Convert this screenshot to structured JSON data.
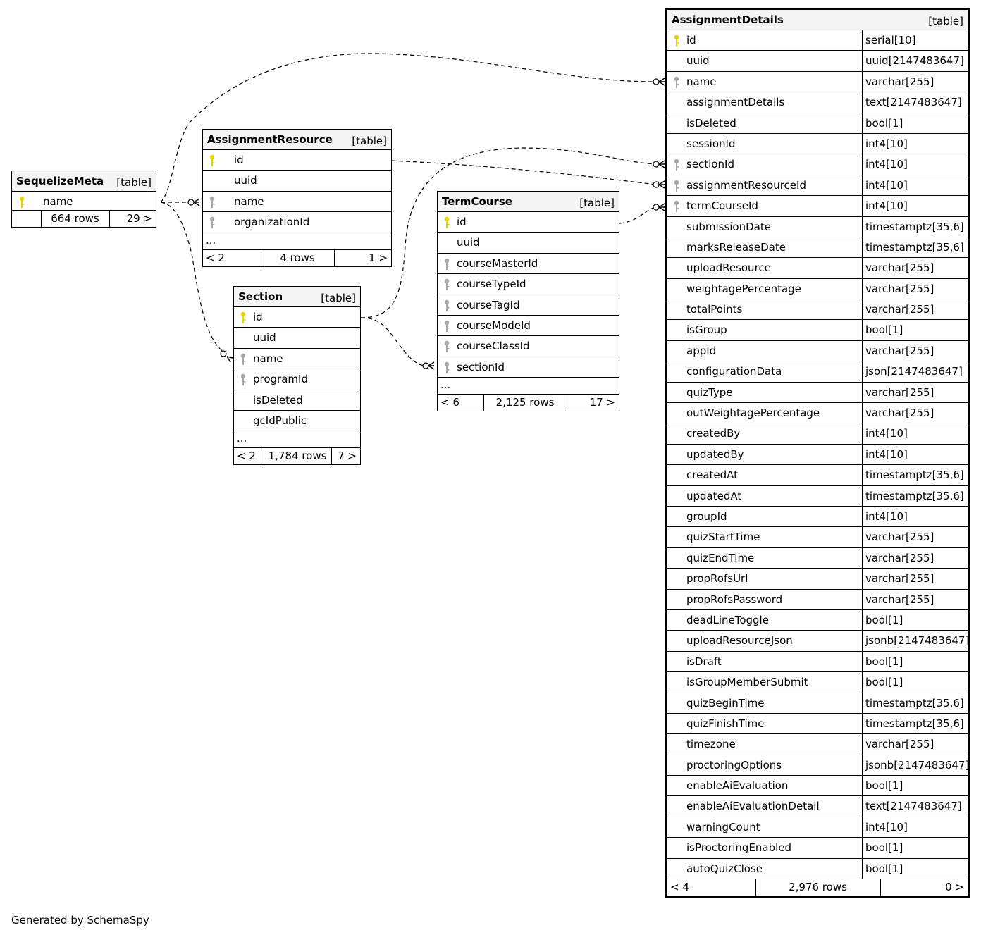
{
  "tables": {
    "sequelize_meta": {
      "name": "SequelizeMeta",
      "type": "[table]",
      "columns": [
        {
          "name": "name",
          "key": "primary"
        }
      ],
      "footer": {
        "left": "",
        "rows": "664 rows",
        "right": "29 >"
      }
    },
    "assignment_resource": {
      "name": "AssignmentResource",
      "type": "[table]",
      "columns": [
        {
          "name": "id",
          "key": "primary"
        },
        {
          "name": "uuid",
          "key": "none"
        },
        {
          "name": "name",
          "key": "foreign"
        },
        {
          "name": "organizationId",
          "key": "foreign"
        }
      ],
      "more": "...",
      "footer": {
        "left": "< 2",
        "rows": "4 rows",
        "right": "1 >"
      }
    },
    "section": {
      "name": "Section",
      "type": "[table]",
      "columns": [
        {
          "name": "id",
          "key": "primary"
        },
        {
          "name": "uuid",
          "key": "none"
        },
        {
          "name": "name",
          "key": "foreign"
        },
        {
          "name": "programId",
          "key": "foreign"
        },
        {
          "name": "isDeleted",
          "key": "none"
        },
        {
          "name": "gcIdPublic",
          "key": "none"
        }
      ],
      "more": "...",
      "footer": {
        "left": "< 2",
        "rows": "1,784 rows",
        "right": "7 >"
      }
    },
    "term_course": {
      "name": "TermCourse",
      "type": "[table]",
      "columns": [
        {
          "name": "id",
          "key": "primary"
        },
        {
          "name": "uuid",
          "key": "none"
        },
        {
          "name": "courseMasterId",
          "key": "foreign"
        },
        {
          "name": "courseTypeId",
          "key": "foreign"
        },
        {
          "name": "courseTagId",
          "key": "foreign"
        },
        {
          "name": "courseModeId",
          "key": "foreign"
        },
        {
          "name": "courseClassId",
          "key": "foreign"
        },
        {
          "name": "sectionId",
          "key": "foreign"
        }
      ],
      "more": "...",
      "footer": {
        "left": "< 6",
        "rows": "2,125 rows",
        "right": "17 >"
      }
    },
    "assignment_details": {
      "name": "AssignmentDetails",
      "type": "[table]",
      "columns": [
        {
          "name": "id",
          "type": "serial[10]",
          "key": "primary"
        },
        {
          "name": "uuid",
          "type": "uuid[2147483647]",
          "key": "none"
        },
        {
          "name": "name",
          "type": "varchar[255]",
          "key": "foreign"
        },
        {
          "name": "assignmentDetails",
          "type": "text[2147483647]",
          "key": "none"
        },
        {
          "name": "isDeleted",
          "type": "bool[1]",
          "key": "none"
        },
        {
          "name": "sessionId",
          "type": "int4[10]",
          "key": "none"
        },
        {
          "name": "sectionId",
          "type": "int4[10]",
          "key": "foreign"
        },
        {
          "name": "assignmentResourceId",
          "type": "int4[10]",
          "key": "foreign"
        },
        {
          "name": "termCourseId",
          "type": "int4[10]",
          "key": "foreign"
        },
        {
          "name": "submissionDate",
          "type": "timestamptz[35,6]",
          "key": "none"
        },
        {
          "name": "marksReleaseDate",
          "type": "timestamptz[35,6]",
          "key": "none"
        },
        {
          "name": "uploadResource",
          "type": "varchar[255]",
          "key": "none"
        },
        {
          "name": "weightagePercentage",
          "type": "varchar[255]",
          "key": "none"
        },
        {
          "name": "totalPoints",
          "type": "varchar[255]",
          "key": "none"
        },
        {
          "name": "isGroup",
          "type": "bool[1]",
          "key": "none"
        },
        {
          "name": "appId",
          "type": "varchar[255]",
          "key": "none"
        },
        {
          "name": "configurationData",
          "type": "json[2147483647]",
          "key": "none"
        },
        {
          "name": "quizType",
          "type": "varchar[255]",
          "key": "none"
        },
        {
          "name": "outWeightagePercentage",
          "type": "varchar[255]",
          "key": "none"
        },
        {
          "name": "createdBy",
          "type": "int4[10]",
          "key": "none"
        },
        {
          "name": "updatedBy",
          "type": "int4[10]",
          "key": "none"
        },
        {
          "name": "createdAt",
          "type": "timestamptz[35,6]",
          "key": "none"
        },
        {
          "name": "updatedAt",
          "type": "timestamptz[35,6]",
          "key": "none"
        },
        {
          "name": "groupId",
          "type": "int4[10]",
          "key": "none"
        },
        {
          "name": "quizStartTime",
          "type": "varchar[255]",
          "key": "none"
        },
        {
          "name": "quizEndTime",
          "type": "varchar[255]",
          "key": "none"
        },
        {
          "name": "propRofsUrl",
          "type": "varchar[255]",
          "key": "none"
        },
        {
          "name": "propRofsPassword",
          "type": "varchar[255]",
          "key": "none"
        },
        {
          "name": "deadLineToggle",
          "type": "bool[1]",
          "key": "none"
        },
        {
          "name": "uploadResourceJson",
          "type": "jsonb[2147483647]",
          "key": "none"
        },
        {
          "name": "isDraft",
          "type": "bool[1]",
          "key": "none"
        },
        {
          "name": "isGroupMemberSubmit",
          "type": "bool[1]",
          "key": "none"
        },
        {
          "name": "quizBeginTime",
          "type": "timestamptz[35,6]",
          "key": "none"
        },
        {
          "name": "quizFinishTime",
          "type": "timestamptz[35,6]",
          "key": "none"
        },
        {
          "name": "timezone",
          "type": "varchar[255]",
          "key": "none"
        },
        {
          "name": "proctoringOptions",
          "type": "jsonb[2147483647]",
          "key": "none"
        },
        {
          "name": "enableAiEvaluation",
          "type": "bool[1]",
          "key": "none"
        },
        {
          "name": "enableAiEvaluationDetail",
          "type": "text[2147483647]",
          "key": "none"
        },
        {
          "name": "warningCount",
          "type": "int4[10]",
          "key": "none"
        },
        {
          "name": "isProctoringEnabled",
          "type": "bool[1]",
          "key": "none"
        },
        {
          "name": "autoQuizClose",
          "type": "bool[1]",
          "key": "none"
        }
      ],
      "footer": {
        "left": "< 4",
        "rows": "2,976 rows",
        "right": "0 >"
      }
    }
  },
  "relationships": [
    {
      "from": "SequelizeMeta.name",
      "to": "AssignmentResource.name"
    },
    {
      "from": "SequelizeMeta.name",
      "to": "AssignmentDetails.name"
    },
    {
      "from": "SequelizeMeta.name",
      "to": "Section.name"
    },
    {
      "from": "AssignmentResource.id",
      "to": "AssignmentDetails.assignmentResourceId"
    },
    {
      "from": "Section.id",
      "to": "AssignmentDetails.sectionId"
    },
    {
      "from": "Section.id",
      "to": "TermCourse.sectionId"
    },
    {
      "from": "TermCourse.id",
      "to": "AssignmentDetails.termCourseId"
    }
  ],
  "colors": {
    "primary_key": "#e5d400",
    "foreign_key": "#a8a8a8",
    "header_bg": "#f4f4f4"
  },
  "credit": "Generated by SchemaSpy"
}
